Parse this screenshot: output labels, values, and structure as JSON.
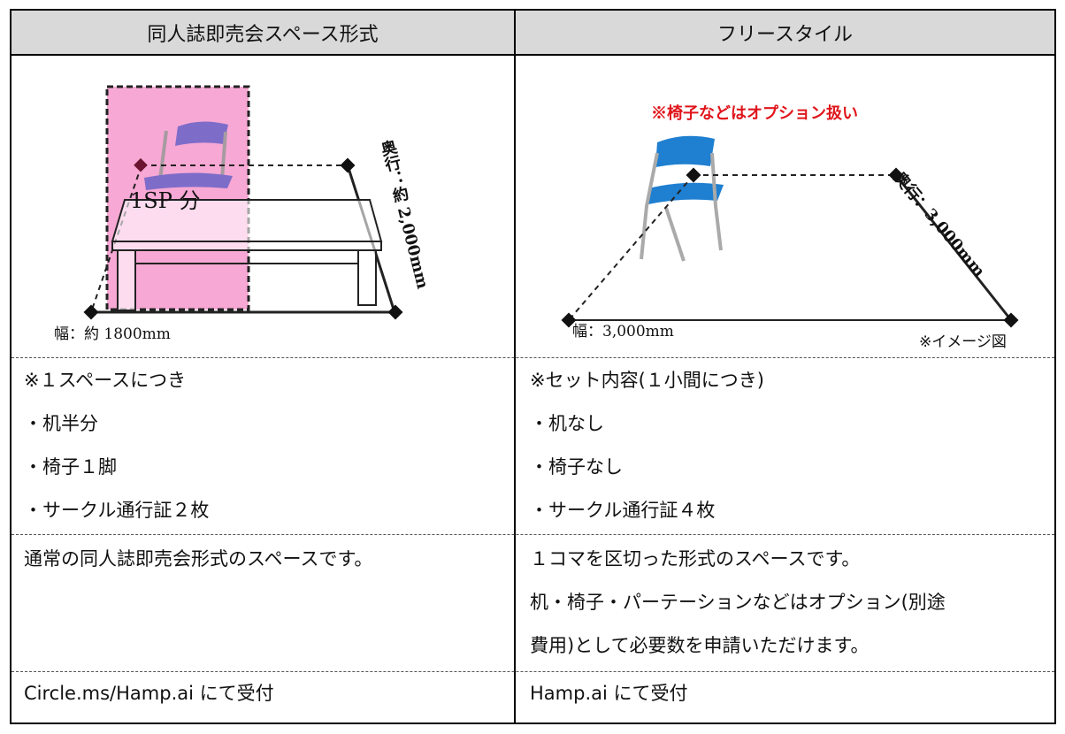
{
  "headers": {
    "left": "同人誌即売会スペース形式",
    "right": "フリースタイル"
  },
  "left_figure": {
    "space_label": "1SP 分",
    "depth_label": "奥行：約 2,000mm",
    "width_label": "幅：約 1800mm"
  },
  "right_figure": {
    "notice": "※椅子などはオプション扱い",
    "depth_label": "奥行：3,000mm",
    "width_label": "幅：3,000mm",
    "image_note": "※イメージ図"
  },
  "left_items": {
    "heading": "※１スペースにつき",
    "items": [
      "・机半分",
      "・椅子１脚",
      "・サークル通行証２枚"
    ]
  },
  "right_items": {
    "heading": "※セット内容(１小間につき)",
    "items": [
      "・机なし",
      "・椅子なし",
      "・サークル通行証４枚"
    ]
  },
  "left_desc": [
    "通常の同人誌即売会形式のスペースです。"
  ],
  "right_desc": [
    "１コマを区切った形式のスペースです。",
    "机・椅子・パーテーションなどはオプション(別途",
    "費用)として必要数を申請いただけます。"
  ],
  "left_reception": "Circle.ms/Hamp.ai にて受付",
  "right_reception": "Hamp.ai にて受付",
  "colors": {
    "header_bg": "#d9d9d9",
    "space_highlight": "#f7a8d4",
    "notice_red": "#e0151b",
    "chair_blue": "#1f7fd0",
    "chair_purple": "#6a62c8"
  }
}
